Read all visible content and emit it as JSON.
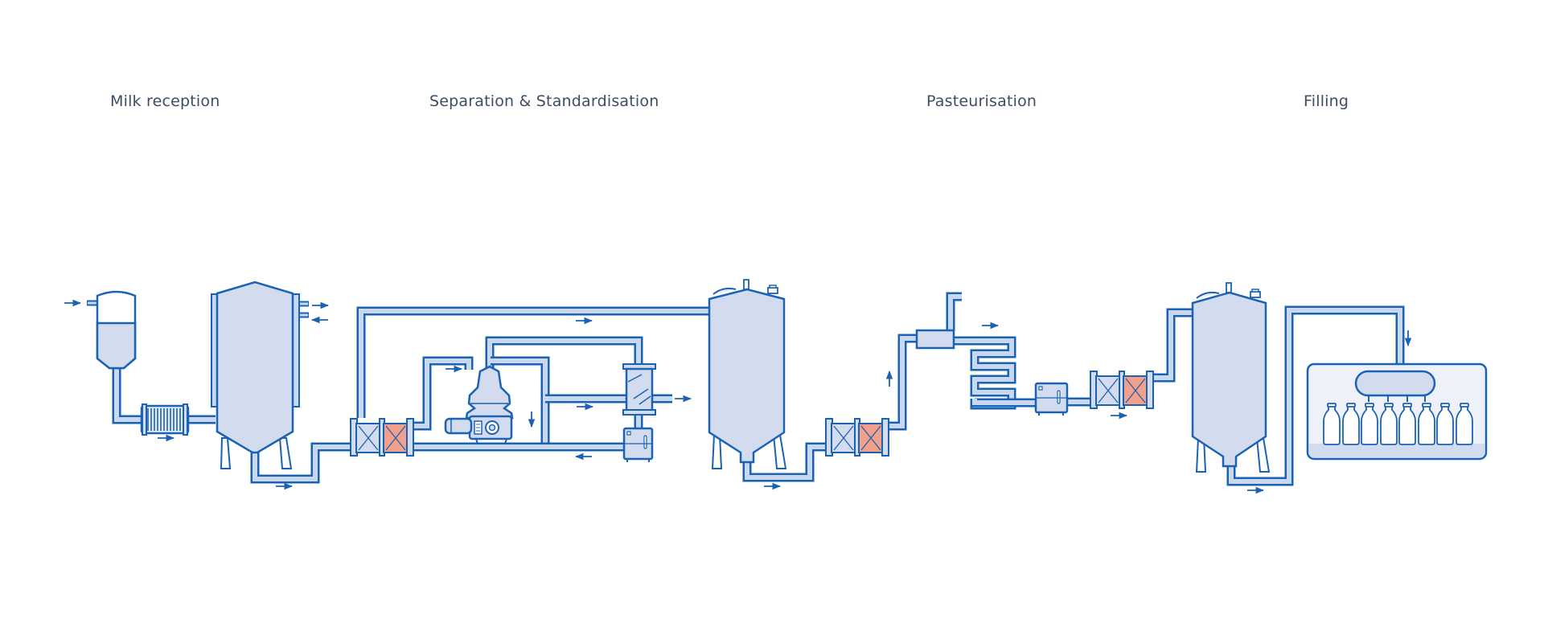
{
  "stages": {
    "milk_reception": "Milk reception",
    "separation": "Separation & Standardisation",
    "pasteurisation": "Pasteurisation",
    "filling": "Filling"
  },
  "colors": {
    "outline": "#1a63b4",
    "tank_fill": "#d3dbee",
    "pipe_fill": "#c9d8ef",
    "hot_plate": "#f2a08c",
    "label_text": "#3e4d63",
    "background": "#ffffff"
  }
}
